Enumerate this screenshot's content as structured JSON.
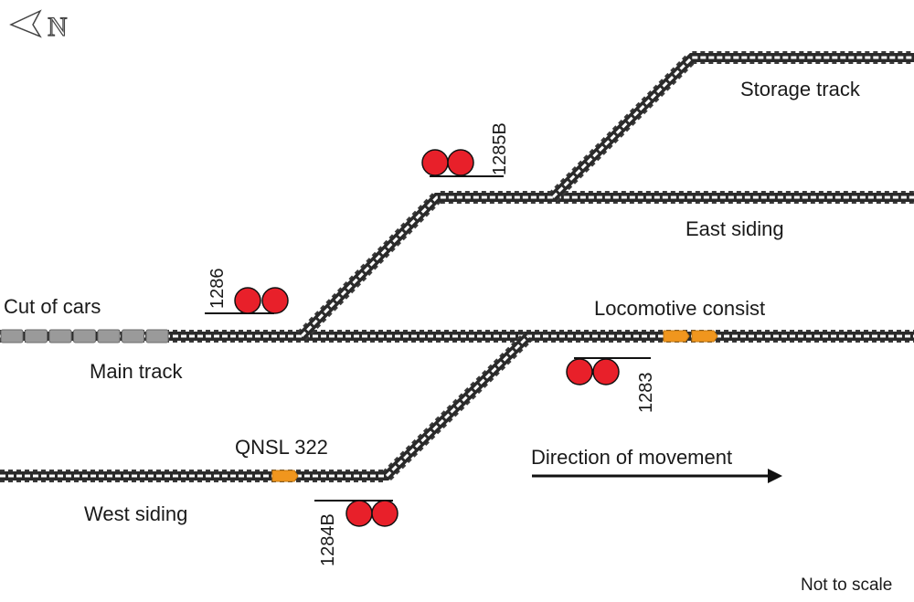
{
  "compass": {
    "label": "N",
    "icon": "north-arrow-icon"
  },
  "tracks": {
    "storage": "Storage track",
    "east": "East siding",
    "main": "Main track",
    "west": "West siding"
  },
  "labels": {
    "cut_of_cars": "Cut of cars",
    "locomotive_consist": "Locomotive consist",
    "qnsl": "QNSL 322",
    "direction": "Direction of movement",
    "not_to_scale": "Not to scale"
  },
  "signals": [
    {
      "id": "1285B",
      "aspect": "red-red"
    },
    {
      "id": "1286",
      "aspect": "red-red"
    },
    {
      "id": "1283",
      "aspect": "red-red"
    },
    {
      "id": "1284B",
      "aspect": "red-red"
    }
  ],
  "colors": {
    "signal_red": "#e8202a",
    "locomotive": "#f0961e",
    "car": "#9a9a9a",
    "rail": "#2a2a2a"
  }
}
